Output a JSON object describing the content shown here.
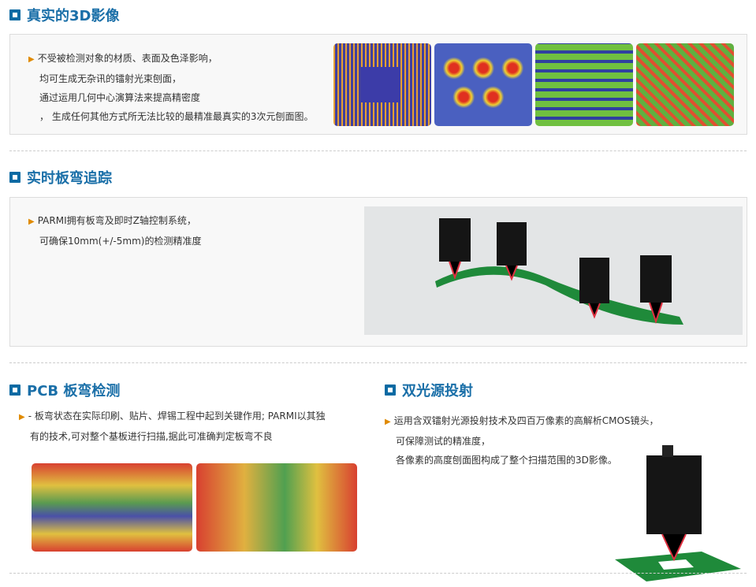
{
  "sections": [
    {
      "title": "真实的3D影像",
      "lines": [
        "不受被检测对象的材质、表面及色泽影响，",
        "均可生成无杂讯的镭射光束刨面，",
        "通过运用几何中心演算法来提高精密度",
        "， 生成任何其他方式所无法比较的最精准最真实的3次元刨面图。"
      ]
    },
    {
      "title": "实时板弯追踪",
      "lines": [
        "PARMI拥有板弯及即时Z轴控制系统，",
        "可确保10mm(+/-5mm)的检测精准度"
      ]
    },
    {
      "title": "PCB 板弯检测",
      "lines": [
        "- 板弯状态在实际印刷、贴片、焊锡工程中起到关键作用; PARMI以其独",
        "有的技术,可对整个基板进行扫描,据此可准确判定板弯不良"
      ]
    },
    {
      "title": "双光源投射",
      "lines": [
        "运用含双镭射光源投射技术及四百万像素的高解析CMOS镜头，",
        "可保障测试的精准度，",
        "各像素的高度刨面图构成了整个扫描范围的3D影像。"
      ]
    }
  ],
  "colors": {
    "accent": "#1a6fa8",
    "bullet": "#e08a00"
  }
}
